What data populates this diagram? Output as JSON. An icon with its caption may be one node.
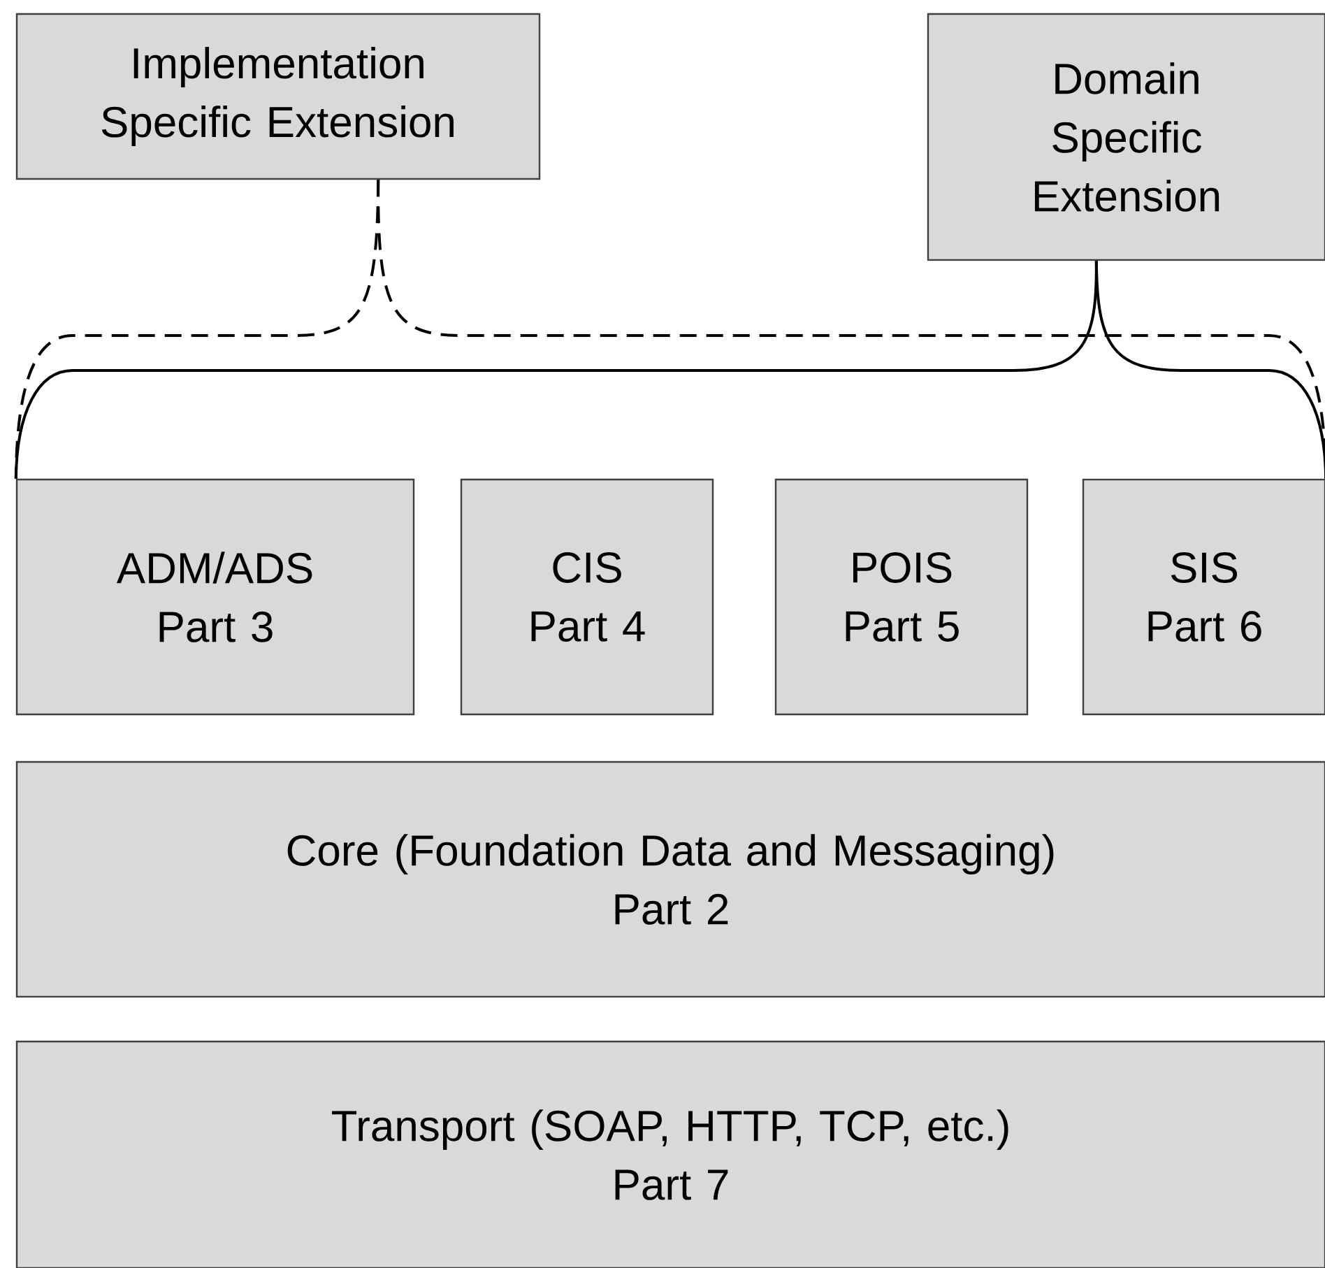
{
  "diagram": {
    "nodes": [
      {
        "text": [
          "Implementation Specific Extension"
        ]
      },
      {
        "text": [
          "Domain Specific Extension"
        ]
      },
      {
        "text": [
          "ADM/ADS",
          "Part 3"
        ]
      },
      {
        "text": [
          "CIS",
          "Part 4"
        ]
      },
      {
        "text": [
          "POIS",
          "Part 5"
        ]
      },
      {
        "text": [
          "SIS",
          "Part 6"
        ]
      },
      {
        "text": [
          "Core (Foundation Data and Messaging)",
          "Part 2"
        ]
      },
      {
        "text": [
          "Transport (SOAP, HTTP, TCP, etc.)",
          "Part 7"
        ]
      }
    ],
    "edges": [
      {
        "from": 0,
        "to": 2,
        "arrow": "none",
        "style": "dashed"
      },
      {
        "from": 0,
        "to": 5,
        "arrow": "none",
        "style": "dashed"
      },
      {
        "from": 1,
        "to": 2,
        "arrow": "none"
      },
      {
        "from": 1,
        "to": 5,
        "arrow": "none"
      }
    ]
  }
}
